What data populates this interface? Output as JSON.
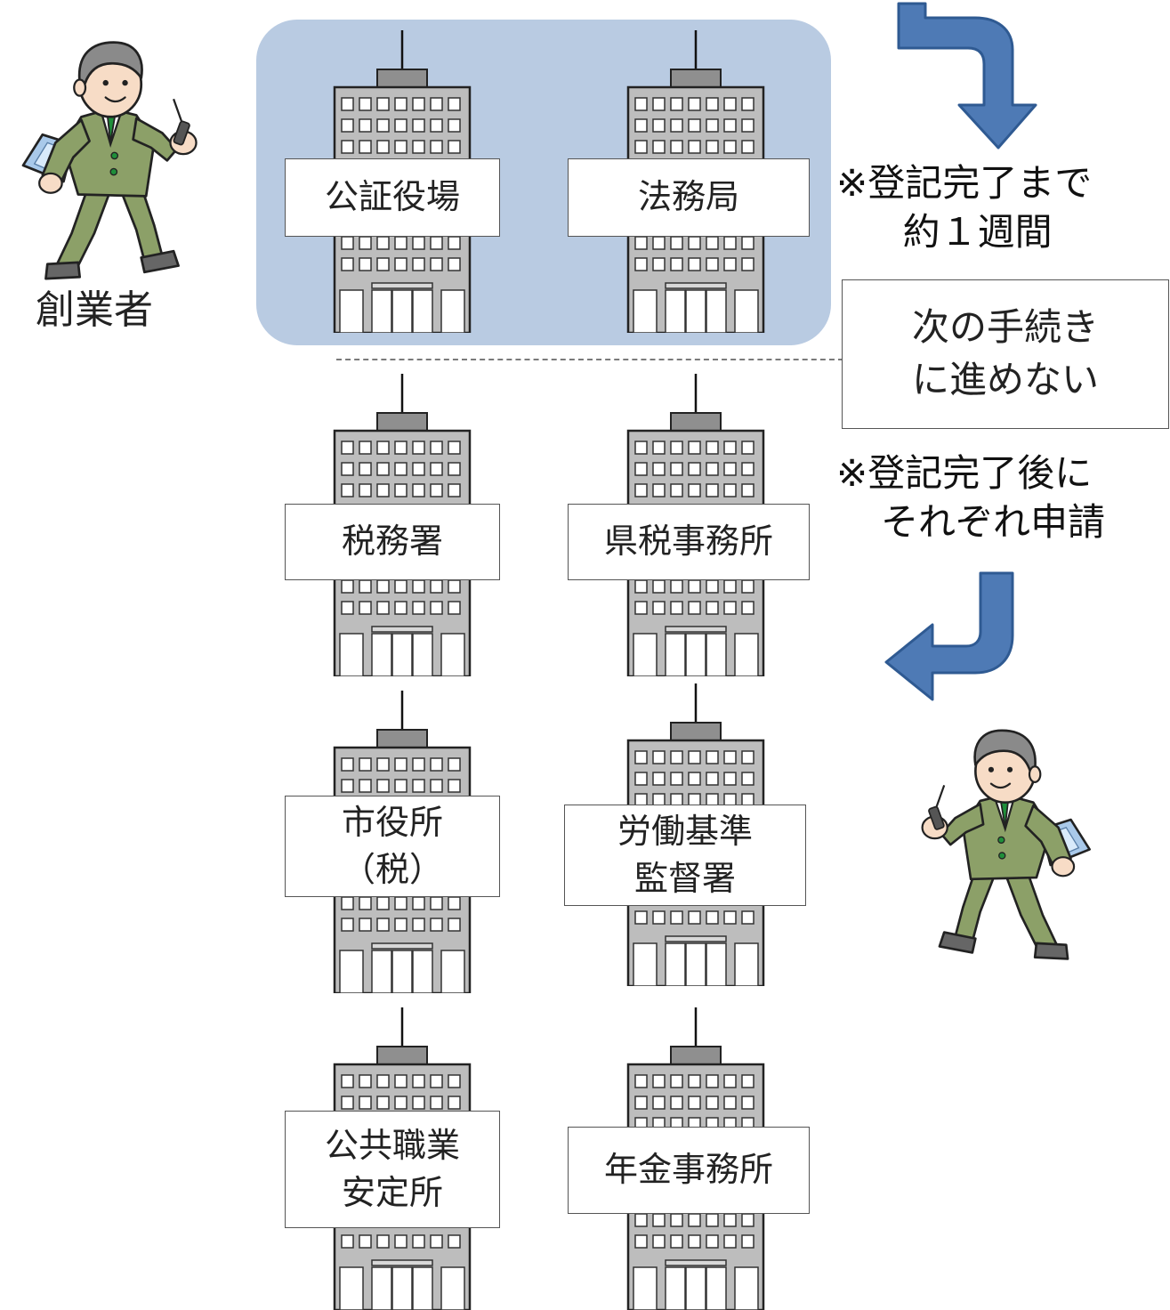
{
  "founder_label": "創業者",
  "offices": {
    "notary": [
      "公証役場"
    ],
    "legal_affairs": [
      "法務局"
    ],
    "tax_office": [
      "税務署"
    ],
    "prefectural_tax": [
      "県税事務所"
    ],
    "city_hall": [
      "市役所",
      "（税）"
    ],
    "labor_standards": [
      "労働基準",
      "監督署"
    ],
    "employment_security": [
      "公共職業",
      "安定所"
    ],
    "pension_office": [
      "年金事務所"
    ]
  },
  "notes": {
    "registration_time": [
      "※登記完了まで",
      "約１週間"
    ],
    "blocked": [
      "次の手続き",
      "に進めない"
    ],
    "after_registration": [
      "※登記完了後に",
      "それぞれ申請"
    ]
  },
  "colors": {
    "highlight": "#b9cbe2",
    "arrow": "#4e7ab5",
    "building": "#bdbdbd",
    "suit": "#8ca068"
  }
}
